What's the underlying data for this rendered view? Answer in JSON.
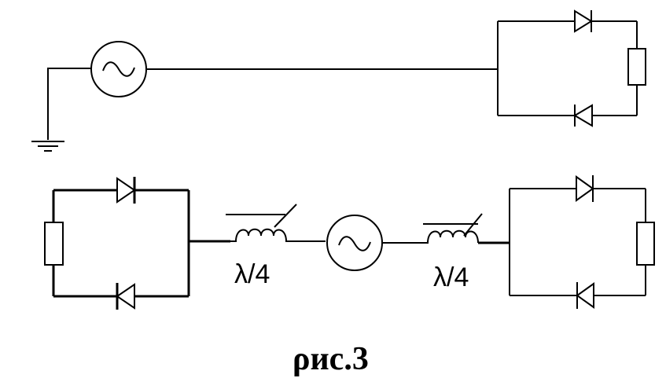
{
  "figure": {
    "caption": "ρис.3",
    "inductor_label_left": "λ/4",
    "inductor_label_right": "λ/4",
    "stroke_color": "#000000",
    "background_color": "#ffffff"
  }
}
